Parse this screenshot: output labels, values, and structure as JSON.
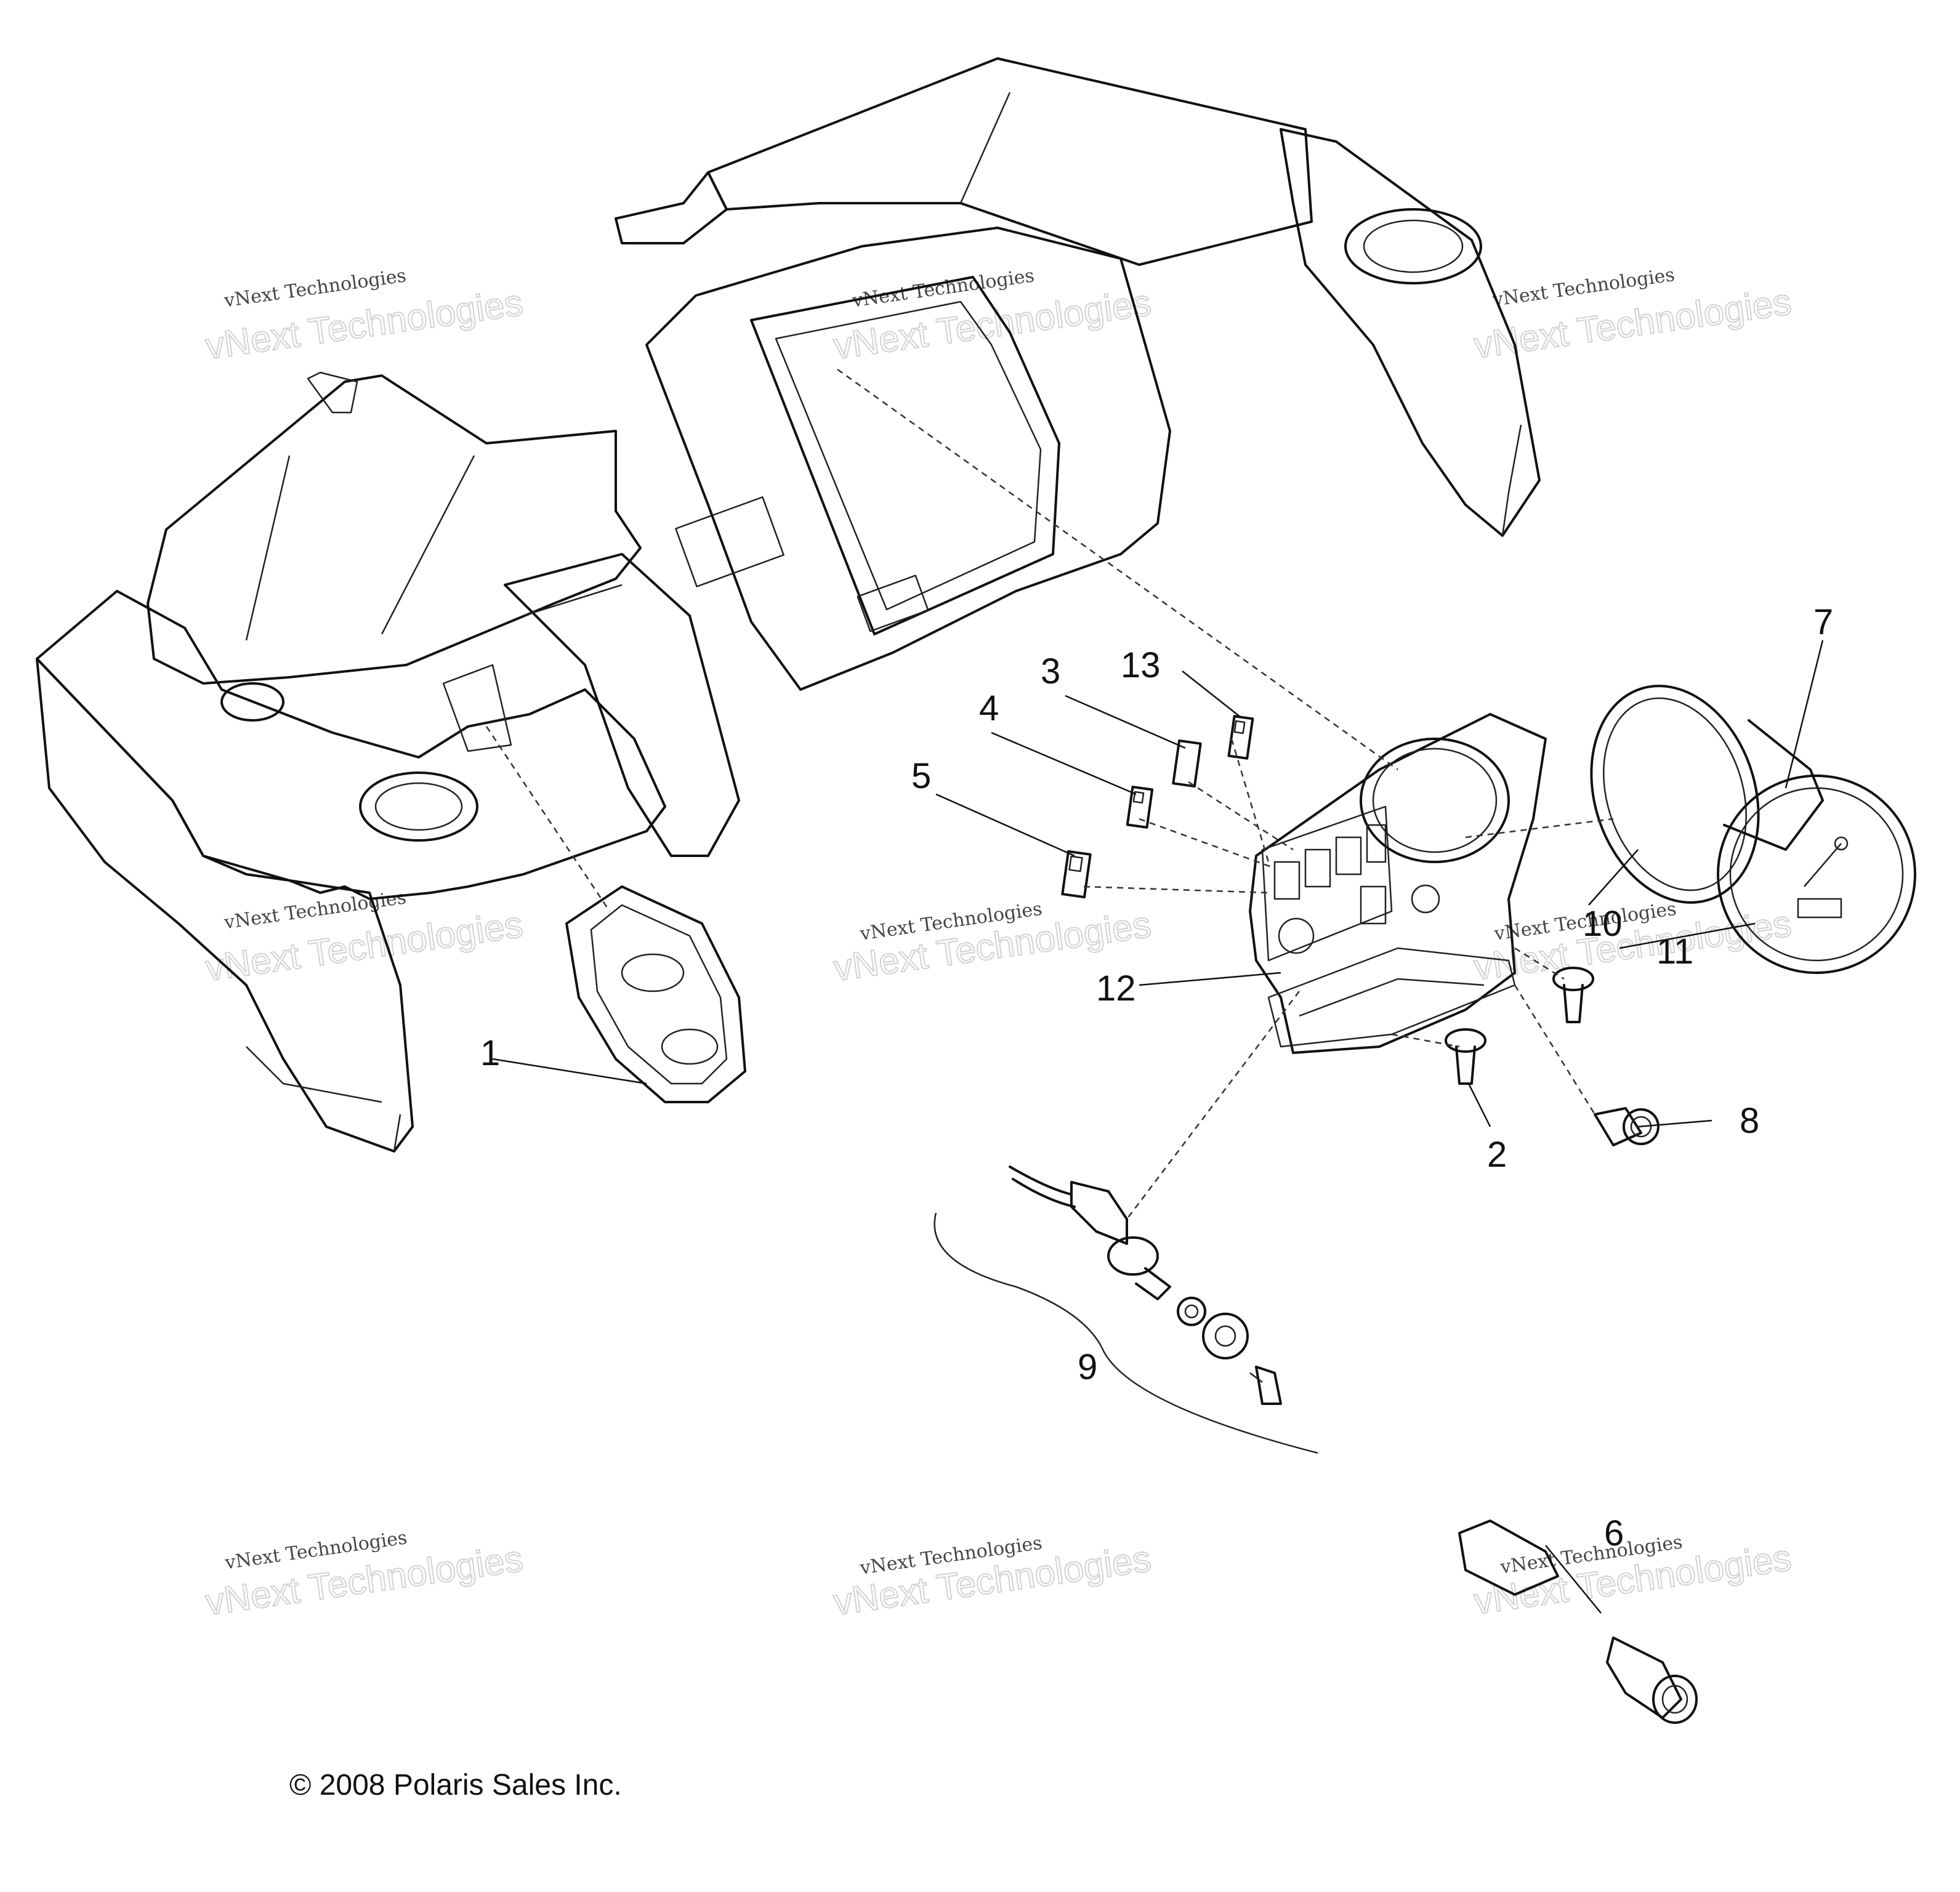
{
  "diagram": {
    "callouts": [
      "1",
      "2",
      "3",
      "4",
      "5",
      "6",
      "7",
      "8",
      "9",
      "10",
      "11",
      "12",
      "13"
    ],
    "watermark": {
      "line1": "vNext Technologies",
      "big": "vNext Technologies"
    },
    "copyright": "© 2008 Polaris Sales Inc."
  }
}
